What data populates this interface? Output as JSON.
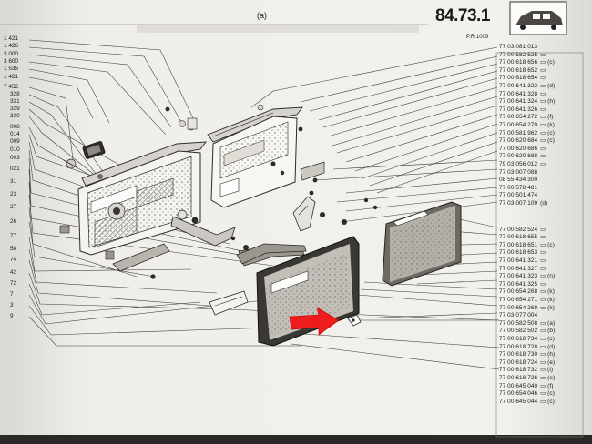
{
  "header": {
    "view_letter": "(a)",
    "section_number": "84.73.1",
    "reference": "P.R 1009"
  },
  "colors": {
    "paper": "#efeeea",
    "ink": "#2a2a2a",
    "panel_fill": "#b9b5ae",
    "callout_arrow": "#ee1c1c"
  },
  "left_part_numbers": [
    "1 421",
    "1 426",
    "3 000",
    "3 600",
    "1 535",
    "1 421",
    "7 452",
    "328",
    "331",
    "329",
    "330",
    "008",
    "014",
    "009",
    "010",
    "003",
    "021",
    "31",
    "23",
    "27",
    "26",
    "77",
    "58",
    "74",
    "42",
    "72",
    "7",
    "3",
    "9"
  ],
  "right_part_numbers": [
    {
      "text": "77 03 081 013",
      "note": ""
    },
    {
      "text": "77 00 582 525",
      "note": "▭"
    },
    {
      "text": "77 00 618 656",
      "note": "▭ (c)"
    },
    {
      "text": "77 00 618 652",
      "note": "▭"
    },
    {
      "text": "77 00 618 654",
      "note": "▭"
    },
    {
      "text": "77 00 641 322",
      "note": "▭ (d)"
    },
    {
      "text": "77 00 641 328",
      "note": "▭"
    },
    {
      "text": "77 00 641 324",
      "note": "▭ (h)"
    },
    {
      "text": "77 00 641 326",
      "note": "▭"
    },
    {
      "text": "77 00 654 272",
      "note": "▭ (f)"
    },
    {
      "text": "77 00 654 270",
      "note": "▭ (k)"
    },
    {
      "text": "77 00 581 962",
      "note": "▭ (c)"
    },
    {
      "text": "77 00 620 684",
      "note": "▭ (c)"
    },
    {
      "text": "77 00 620 686",
      "note": "▭"
    },
    {
      "text": "77 00 620 688",
      "note": "▭"
    },
    {
      "text": "79 03 056 012",
      "note": "▭"
    },
    {
      "text": "77 03 007 088",
      "note": ""
    },
    {
      "text": "08 55 434 300",
      "note": ""
    },
    {
      "text": "77 00 578 481",
      "note": ""
    },
    {
      "text": "77 00 501 474",
      "note": ""
    },
    {
      "text": "77 03 007 109",
      "note": "(d)"
    },
    {
      "text": "",
      "note": ""
    },
    {
      "text": "77 00 582 524",
      "note": "▭"
    },
    {
      "text": "77 00 618 655",
      "note": "▭"
    },
    {
      "text": "77 00 618 651",
      "note": "▭ (c)"
    },
    {
      "text": "77 00 618 653",
      "note": "▭"
    },
    {
      "text": "77 00 641 321",
      "note": "▭"
    },
    {
      "text": "77 00 641 327",
      "note": "▭"
    },
    {
      "text": "77 00 641 323",
      "note": "▭ (n)"
    },
    {
      "text": "77 00 641 325",
      "note": "▭"
    },
    {
      "text": "77 00 654 268",
      "note": "▭ (k)"
    },
    {
      "text": "77 00 654 271",
      "note": "▭ (k)"
    },
    {
      "text": "77 00 654 269",
      "note": "▭ (k)"
    },
    {
      "text": "77 03 077 004",
      "note": ""
    },
    {
      "text": "77 00 582 508",
      "note": "▭ (a)"
    },
    {
      "text": "77 00 582 502",
      "note": "▭ (b)"
    },
    {
      "text": "77 00 618 734",
      "note": "▭ (c)"
    },
    {
      "text": "77 00 618 728",
      "note": "▭ (d)"
    },
    {
      "text": "77 00 618 730",
      "note": "▭ (h)"
    },
    {
      "text": "77 00 618 724",
      "note": "▭ (e)"
    },
    {
      "text": "77 00 618 732",
      "note": "▭ (i)"
    },
    {
      "text": "77 00 618 726",
      "note": "▭ (e)"
    },
    {
      "text": "77 00 645 040",
      "note": "▭ (f)"
    },
    {
      "text": "77 00 654 046",
      "note": "▭ (c)"
    },
    {
      "text": "77 00 645 044",
      "note": "▭ (c)"
    }
  ],
  "icons": {
    "car_thumbnail": "sedan-side-icon",
    "callout": "red-right-arrow-icon"
  }
}
